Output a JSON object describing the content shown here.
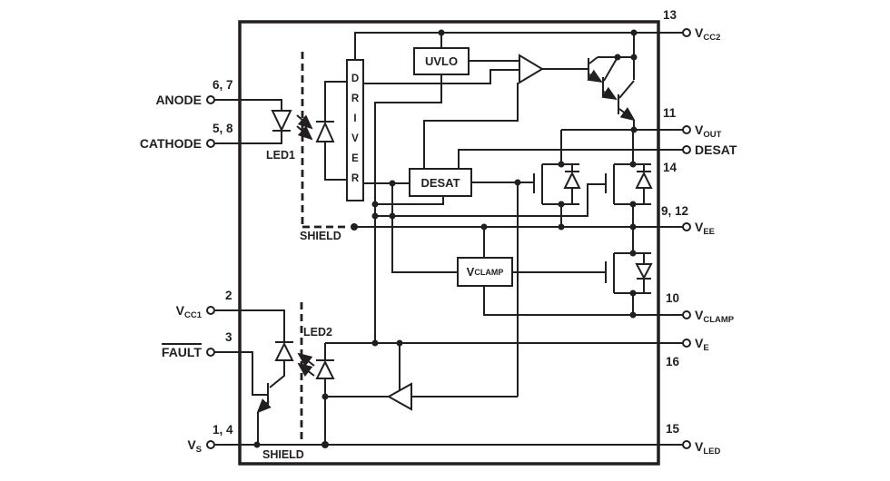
{
  "pins": {
    "left": [
      {
        "number": "6, 7",
        "name": "ANODE",
        "sub": ""
      },
      {
        "number": "5, 8",
        "name": "CATHODE",
        "sub": ""
      },
      {
        "number": "2",
        "name": "V",
        "sub": "CC1"
      },
      {
        "number": "3",
        "name": "FAULT",
        "sub": ""
      },
      {
        "number": "1, 4",
        "name": "V",
        "sub": "S"
      }
    ],
    "right": [
      {
        "number": "13",
        "name": "V",
        "sub": "CC2"
      },
      {
        "number": "11",
        "name": "V",
        "sub": "OUT"
      },
      {
        "number": "14",
        "name": "DESAT",
        "sub": ""
      },
      {
        "number": "9, 12",
        "name": "V",
        "sub": "EE"
      },
      {
        "number": "10",
        "name": "V",
        "sub": "CLAMP"
      },
      {
        "number": "16",
        "name": "V",
        "sub": "E"
      },
      {
        "number": "15",
        "name": "V",
        "sub": "LED"
      }
    ]
  },
  "blocks": {
    "driver": "DRIVER",
    "uvlo": "UVLO",
    "desat": "DESAT",
    "vclamp": {
      "main": "V",
      "sub": "CLAMP"
    }
  },
  "labels": {
    "led1": "LED1",
    "led2": "LED2",
    "shield_top": "SHIELD",
    "shield_bottom": "SHIELD"
  },
  "colors": {
    "line": "#231f20",
    "background": "#ffffff"
  }
}
